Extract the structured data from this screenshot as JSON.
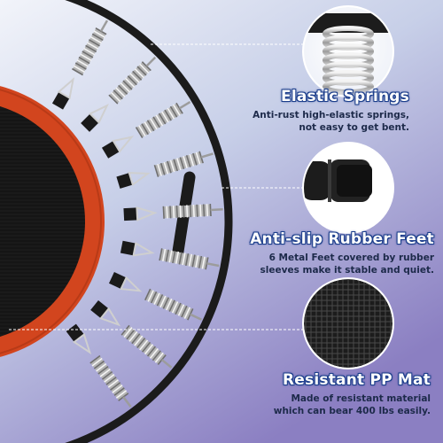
{
  "features": [
    {
      "icon": "spring-closeup-icon",
      "title": "Elastic Springs",
      "desc_line1": "Anti-rust high-elastic springs,",
      "desc_line2": "not easy to get bent."
    },
    {
      "icon": "rubber-foot-icon",
      "title": "Anti-slip Rubber Feet",
      "desc_line1": "6 Metal Feet covered by rubber",
      "desc_line2": "sleeves make it stable and quiet."
    },
    {
      "icon": "mesh-mat-icon",
      "title": "Resistant PP Mat",
      "desc_line1": "Made of resistant material",
      "desc_line2": "which can bear 400 lbs easily."
    }
  ],
  "colors": {
    "frame": "#1b1b1b",
    "pad": "#d2451e",
    "mat": "#1a1a1a",
    "background_top": "#e8ecf6",
    "background_bottom": "#8f84c4",
    "title_outline": "#1d3f8c",
    "desc_text": "#1d2a4a"
  }
}
